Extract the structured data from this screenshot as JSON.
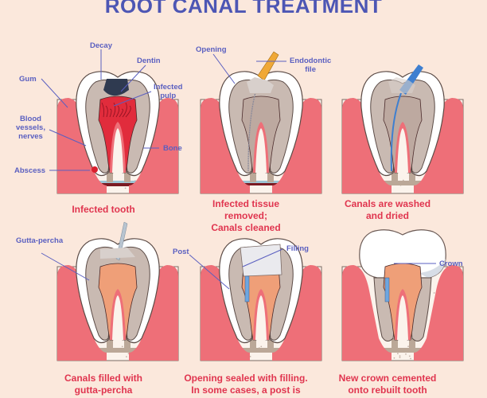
{
  "title": "ROOT CANAL TREATMENT",
  "colors": {
    "background": "#fbe8dc",
    "title": "#4d56b4",
    "label": "#5a5fc0",
    "caption": "#e0354f",
    "gum": "#ee6f78",
    "bone": "#fbf3ec",
    "enamel": "#ffffff",
    "dentin": "#c9bab2",
    "pulp_infected": "#e12c3c",
    "decay": "#2f3a50",
    "file": "#f0a836",
    "irrigator": "#3e7fd0",
    "gutta_percha": "#ef9f78",
    "post": "#6da6e0",
    "filling": "#eaeaee"
  },
  "steps": [
    {
      "caption": [
        "Infected tooth"
      ],
      "labels": {
        "decay": "Decay",
        "dentin": "Dentin",
        "gum": "Gum",
        "infected_pulp": [
          "Infected",
          "pulp"
        ],
        "blood_vessels": [
          "Blood",
          "vessels,",
          "nerves"
        ],
        "bone": "Bone",
        "abscess": "Abscess"
      }
    },
    {
      "caption": [
        "Infected tissue",
        "removed;",
        "Canals cleaned"
      ],
      "labels": {
        "opening": "Opening",
        "endodontic_file": [
          "Endodontic",
          "file"
        ]
      }
    },
    {
      "caption": [
        "Canals are  washed",
        "and dried"
      ],
      "labels": {}
    },
    {
      "caption": [
        "Canals filled with",
        "gutta-percha"
      ],
      "labels": {
        "gutta_percha": "Gutta-percha"
      }
    },
    {
      "caption": [
        "Opening sealed with filling.",
        "In some cases, a post is"
      ],
      "labels": {
        "post": "Post",
        "filling": "Filling"
      }
    },
    {
      "caption": [
        "New crown cemented",
        "onto rebuilt tooth"
      ],
      "labels": {
        "crown": "Crown"
      }
    }
  ]
}
